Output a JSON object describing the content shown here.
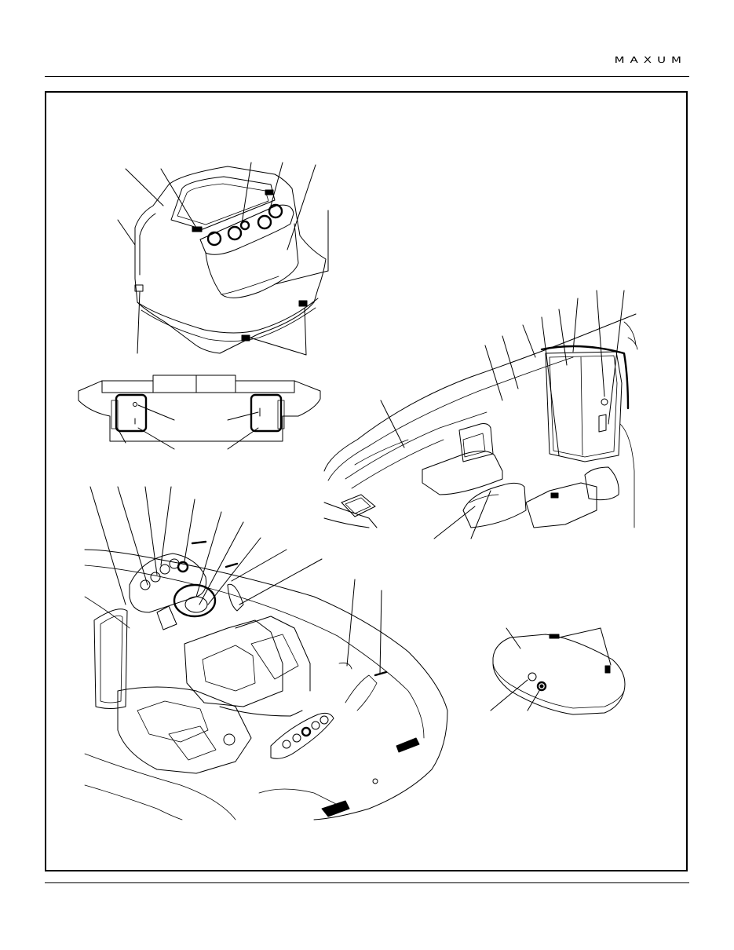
{
  "header": {
    "logo_text": "MAXUM"
  },
  "figures": [
    {
      "name": "helm-console-isometric"
    },
    {
      "name": "console-top-plan-view"
    },
    {
      "name": "bow-area-with-door"
    },
    {
      "name": "cockpit-overview"
    },
    {
      "name": "hatch-cover-detail"
    }
  ]
}
